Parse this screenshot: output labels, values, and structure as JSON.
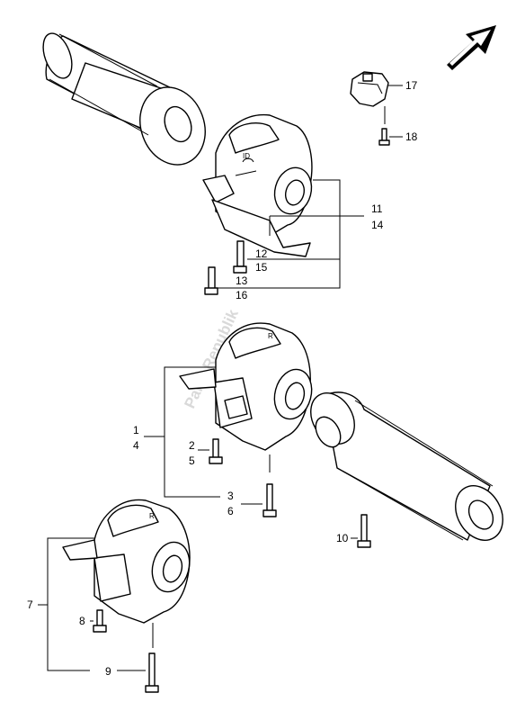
{
  "diagram": {
    "watermark": "Parts Republik",
    "callouts": [
      {
        "id": "c1",
        "text": "1"
      },
      {
        "id": "c2",
        "text": "2"
      },
      {
        "id": "c3",
        "text": "3"
      },
      {
        "id": "c4",
        "text": "4"
      },
      {
        "id": "c5",
        "text": "5"
      },
      {
        "id": "c6",
        "text": "6"
      },
      {
        "id": "c7",
        "text": "7"
      },
      {
        "id": "c8",
        "text": "8"
      },
      {
        "id": "c9",
        "text": "9"
      },
      {
        "id": "c10",
        "text": "10"
      },
      {
        "id": "c11",
        "text": "11"
      },
      {
        "id": "c12",
        "text": "12"
      },
      {
        "id": "c13",
        "text": "13"
      },
      {
        "id": "c14",
        "text": "14"
      },
      {
        "id": "c15",
        "text": "15"
      },
      {
        "id": "c16",
        "text": "16"
      },
      {
        "id": "c17",
        "text": "17"
      },
      {
        "id": "c18",
        "text": "18"
      }
    ],
    "direction_icon": "arrow-up-right-icon"
  }
}
